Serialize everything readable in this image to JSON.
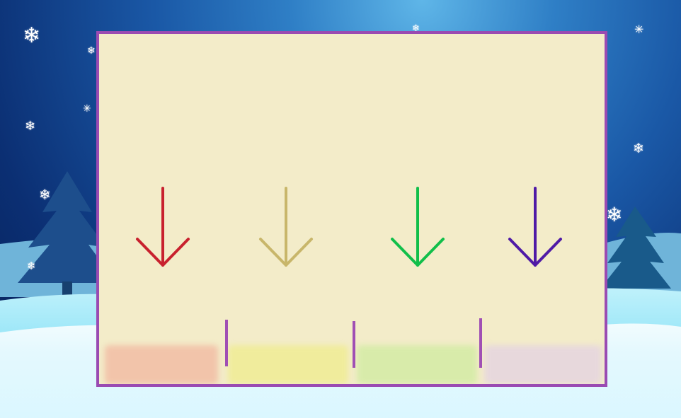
{
  "scene": {
    "background": "winter-night-snow",
    "snowflake_glyph": "❄",
    "sparkle_glyph": "✳"
  },
  "board": {
    "background_color": "#f3ecc9",
    "border_color": "#9a4bb2",
    "divider_color": "#a04fb4"
  },
  "lanes": [
    {
      "name": "red-lane",
      "arrow_icon": "arrow-down-icon",
      "arrow_color": "#c8212e",
      "zone_color": "#f2c4aa"
    },
    {
      "name": "tan-lane",
      "arrow_icon": "arrow-down-icon",
      "arrow_color": "#c8b66a",
      "zone_color": "#f0ec9c"
    },
    {
      "name": "green-lane",
      "arrow_icon": "arrow-down-icon",
      "arrow_color": "#11bf4a",
      "zone_color": "#d8ebaa"
    },
    {
      "name": "purple-lane",
      "arrow_icon": "arrow-down-icon",
      "arrow_color": "#4f1aa6",
      "zone_color": "#e7d8dc"
    }
  ]
}
